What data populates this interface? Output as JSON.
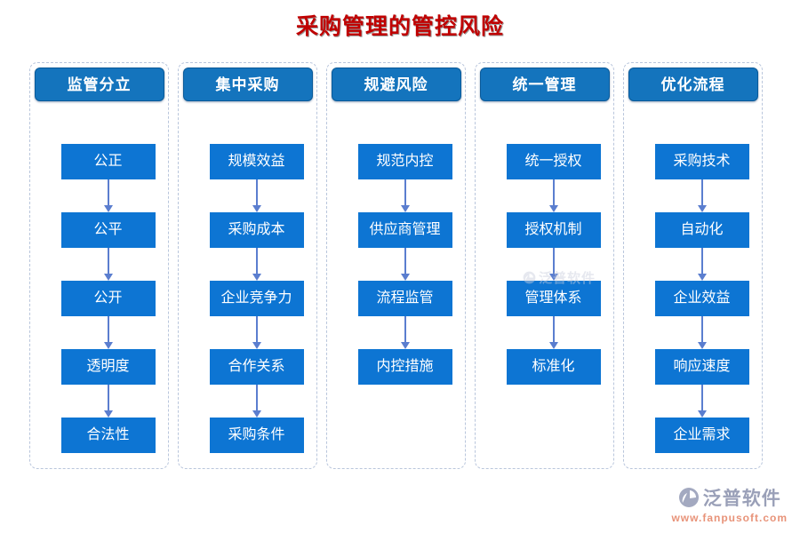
{
  "title": "采购管理的管控风险",
  "columns": [
    {
      "header": "监管分立",
      "items": [
        "公正",
        "公平",
        "公开",
        "透明度",
        "合法性"
      ]
    },
    {
      "header": "集中采购",
      "items": [
        "规模效益",
        "采购成本",
        "企业竞争力",
        "合作关系",
        "采购条件"
      ]
    },
    {
      "header": "规避风险",
      "items": [
        "规范内控",
        "供应商管理",
        "流程监管",
        "内控措施"
      ]
    },
    {
      "header": "统一管理",
      "items": [
        "统一授权",
        "授权机制",
        "管理体系",
        "标准化"
      ]
    },
    {
      "header": "优化流程",
      "items": [
        "采购技术",
        "自动化",
        "企业效益",
        "响应速度",
        "企业需求"
      ]
    }
  ],
  "branding": {
    "logo_text": "泛普软件",
    "url": "www.fanpusoft.com"
  },
  "watermark": {
    "text": "泛普软件"
  },
  "colors": {
    "title": "#c00000",
    "header_bg": "#1474bd",
    "header_border": "#0a5a99",
    "item_bg": "#0d75d3",
    "arrow": "#5b7ecf",
    "panel_border": "#b9c6dc",
    "logo_text": "#9aa0b8",
    "url_text": "#e89379"
  }
}
